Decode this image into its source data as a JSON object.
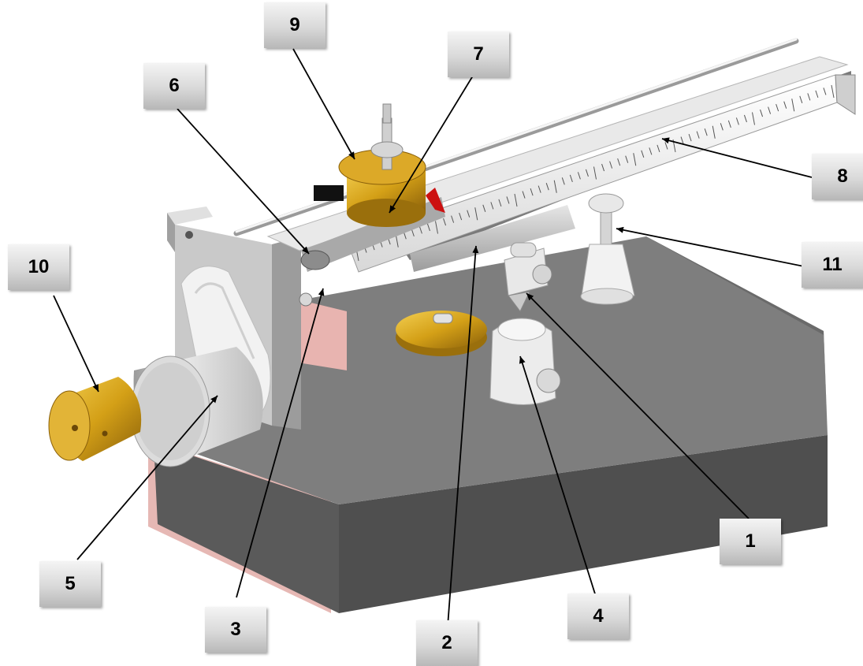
{
  "callouts": [
    {
      "id": "c1",
      "text": "1"
    },
    {
      "id": "c2",
      "text": "2"
    },
    {
      "id": "c3",
      "text": "3"
    },
    {
      "id": "c4",
      "text": "4"
    },
    {
      "id": "c5",
      "text": "5"
    },
    {
      "id": "c6",
      "text": "6"
    },
    {
      "id": "c7",
      "text": "7"
    },
    {
      "id": "c8",
      "text": "8"
    },
    {
      "id": "c9",
      "text": "9"
    },
    {
      "id": "c10",
      "text": "10"
    },
    {
      "id": "c11",
      "text": "11"
    }
  ],
  "colors": {
    "base_top": "#8c8c8c",
    "base_front": "#555555",
    "base_side": "#6a6a6a",
    "metal_light": "#f0f0f0",
    "metal_mid": "#c8c8c8",
    "metal_dark": "#8a8a8a",
    "brass": "#d4a017",
    "brass_dark": "#9a6f0c",
    "pink": "#e8b4b0",
    "red_marker": "#cc1111"
  }
}
